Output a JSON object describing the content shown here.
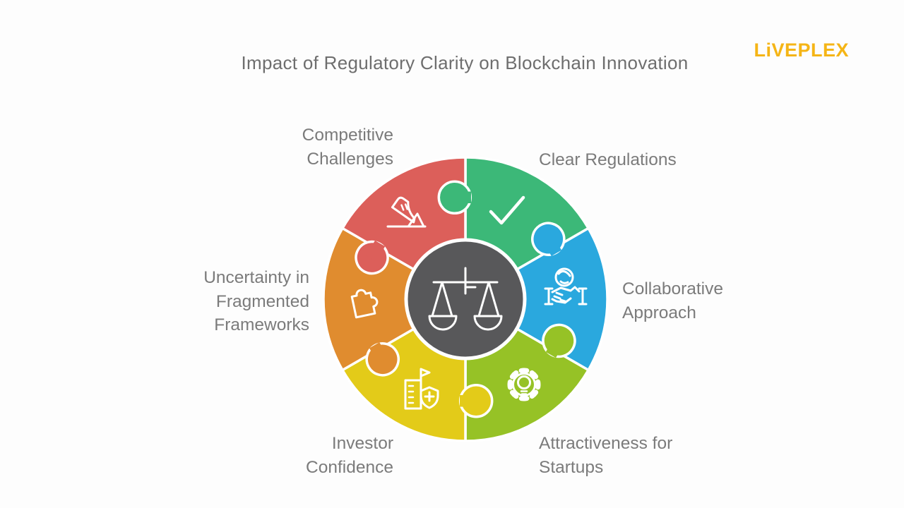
{
  "header": {
    "title": "Impact of Regulatory Clarity on Blockchain Innovation",
    "title_color": "#6e6e6e",
    "logo_text": "LiVEPLEX",
    "logo_color": "#f5b516"
  },
  "diagram": {
    "stroke_color": "#ffffff",
    "label_color": "#7b7b7b",
    "center": {
      "icon": "balance-scales-icon",
      "color": "#58585a"
    },
    "segments": [
      {
        "id": "clear-regulations",
        "label": "Clear Regulations",
        "label_lines": [
          "Clear Regulations"
        ],
        "color": "#3cb878",
        "icon": "checkmark-icon"
      },
      {
        "id": "collaborative-approach",
        "label": "Collaborative Approach",
        "label_lines": [
          "Collaborative",
          "Approach"
        ],
        "color": "#2aa8de",
        "icon": "handshake-globe-icon"
      },
      {
        "id": "attractiveness-for-startups",
        "label": "Attractiveness for Startups",
        "label_lines": [
          "Attractiveness for",
          "Startups"
        ],
        "color": "#96c226",
        "icon": "gear-lightbulb-icon"
      },
      {
        "id": "investor-confidence",
        "label": "Investor Confidence",
        "label_lines": [
          "Investor",
          "Confidence"
        ],
        "color": "#e3cb19",
        "icon": "building-shield-icon"
      },
      {
        "id": "uncertainty-in-fragmented-frameworks",
        "label": "Uncertainty in Fragmented Frameworks",
        "label_lines": [
          "Uncertainty in",
          "Fragmented",
          "Frameworks"
        ],
        "color": "#e08c2f",
        "icon": "puzzle-piece-icon"
      },
      {
        "id": "competitive-challenges",
        "label": "Competitive Challenges",
        "label_lines": [
          "Competitive",
          "Challenges"
        ],
        "color": "#dc5f5a",
        "icon": "running-shoe-icon"
      }
    ]
  }
}
